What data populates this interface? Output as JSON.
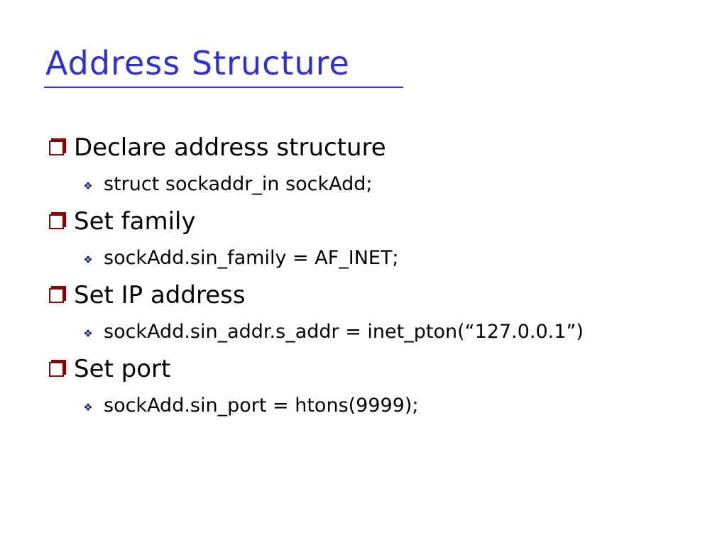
{
  "slide": {
    "title": "Address Structure",
    "items": [
      {
        "label": "Declare address structure",
        "sub": "struct sockaddr_in sockAdd;"
      },
      {
        "label": "Set family",
        "sub": "sockAdd.sin_family = AF_INET;"
      },
      {
        "label": "Set IP address",
        "sub": "sockAdd.sin_addr.s_addr = inet_pton(“127.0.0.1”)"
      },
      {
        "label": "Set port",
        "sub": "sockAdd.sin_port = htons(9999);"
      }
    ]
  },
  "icons": {
    "level1": "checkbox-square-icon",
    "level2": "four-diamond-icon"
  },
  "colors": {
    "title": "#2f2fd8",
    "level1_bullet": "#8b0000",
    "level2_bullet": "#1a2d7a",
    "text": "#000000",
    "background": "#ffffff"
  }
}
